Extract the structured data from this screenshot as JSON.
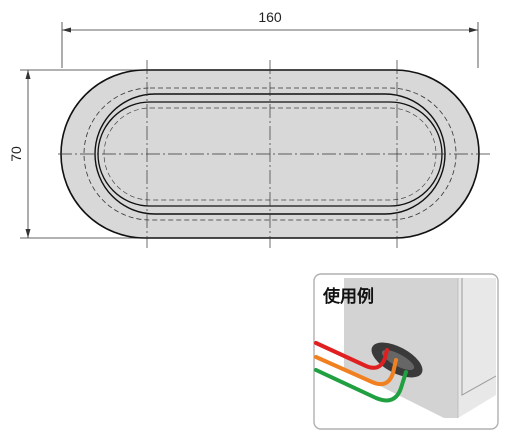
{
  "dimensions": {
    "width_label": "160",
    "height_label": "70"
  },
  "usage_example": {
    "title": "使用例"
  },
  "colors": {
    "grommet_fill": "#d8d8d8",
    "outline": "#111111",
    "usage_border": "#b0b0b0",
    "wall_front": "#d3d3d3",
    "wall_side": "#e8e8e8",
    "cable_red": "#e02020",
    "cable_orange": "#f08020",
    "cable_green": "#20a040"
  }
}
